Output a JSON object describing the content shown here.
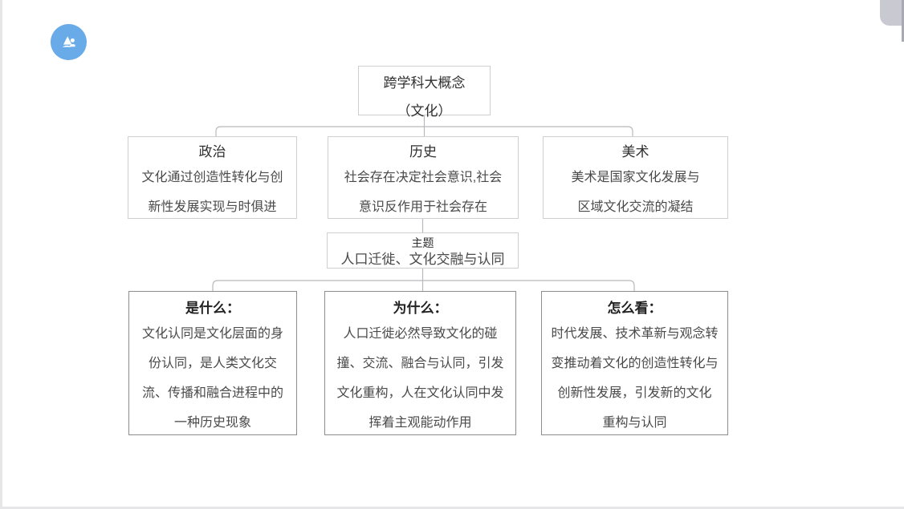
{
  "app": {
    "logo_icon": "mountain-image-icon",
    "logo_color": "#69abe8",
    "canvas_background": "#ffffff",
    "page_background": "#e8e8ea",
    "corner_tab_color": "#c9c9d1"
  },
  "diagram": {
    "type": "tree",
    "root": {
      "title": "跨学科大概念",
      "subtitle": "（文化）",
      "border_color": "#cfcfd3"
    },
    "disciplines": [
      {
        "title": "政治",
        "body": "文化通过创造性转化与创\n新性发展实现与时俱进",
        "border_color": "#cfcfd3"
      },
      {
        "title": "历史",
        "body": "社会存在决定社会意识,社会\n意识反作用于社会存在",
        "border_color": "#cfcfd3"
      },
      {
        "title": "美术",
        "body": "美术是国家文化发展与\n区域文化交流的凝结",
        "border_color": "#cfcfd3"
      }
    ],
    "theme": {
      "title": "主题",
      "body": "人口迁徙、文化交融与认同",
      "border_color": "#cfcfd3"
    },
    "questions": [
      {
        "title": "是什么：",
        "lines": [
          "文化认同是文化层面的身",
          "份认同，是人类文化交",
          "流、传播和融合进程中的",
          "一种历史现象"
        ],
        "border_color": "#8d8d8d"
      },
      {
        "title": "为什么：",
        "lines": [
          "人口迁徙必然导致文化的碰",
          "撞、交流、融合与认同，引发",
          "文化重构，人在文化认同中发",
          "挥着主观能动作用"
        ],
        "border_color": "#8d8d8d"
      },
      {
        "title": "怎么看：",
        "lines": [
          "时代发展、技术革新与观念转",
          "变推动着文化的创造性转化与",
          "创新性发展，引发新的文化",
          "重构与认同"
        ],
        "border_color": "#8d8d8d"
      }
    ],
    "connector_color": "#b9b9bd"
  }
}
